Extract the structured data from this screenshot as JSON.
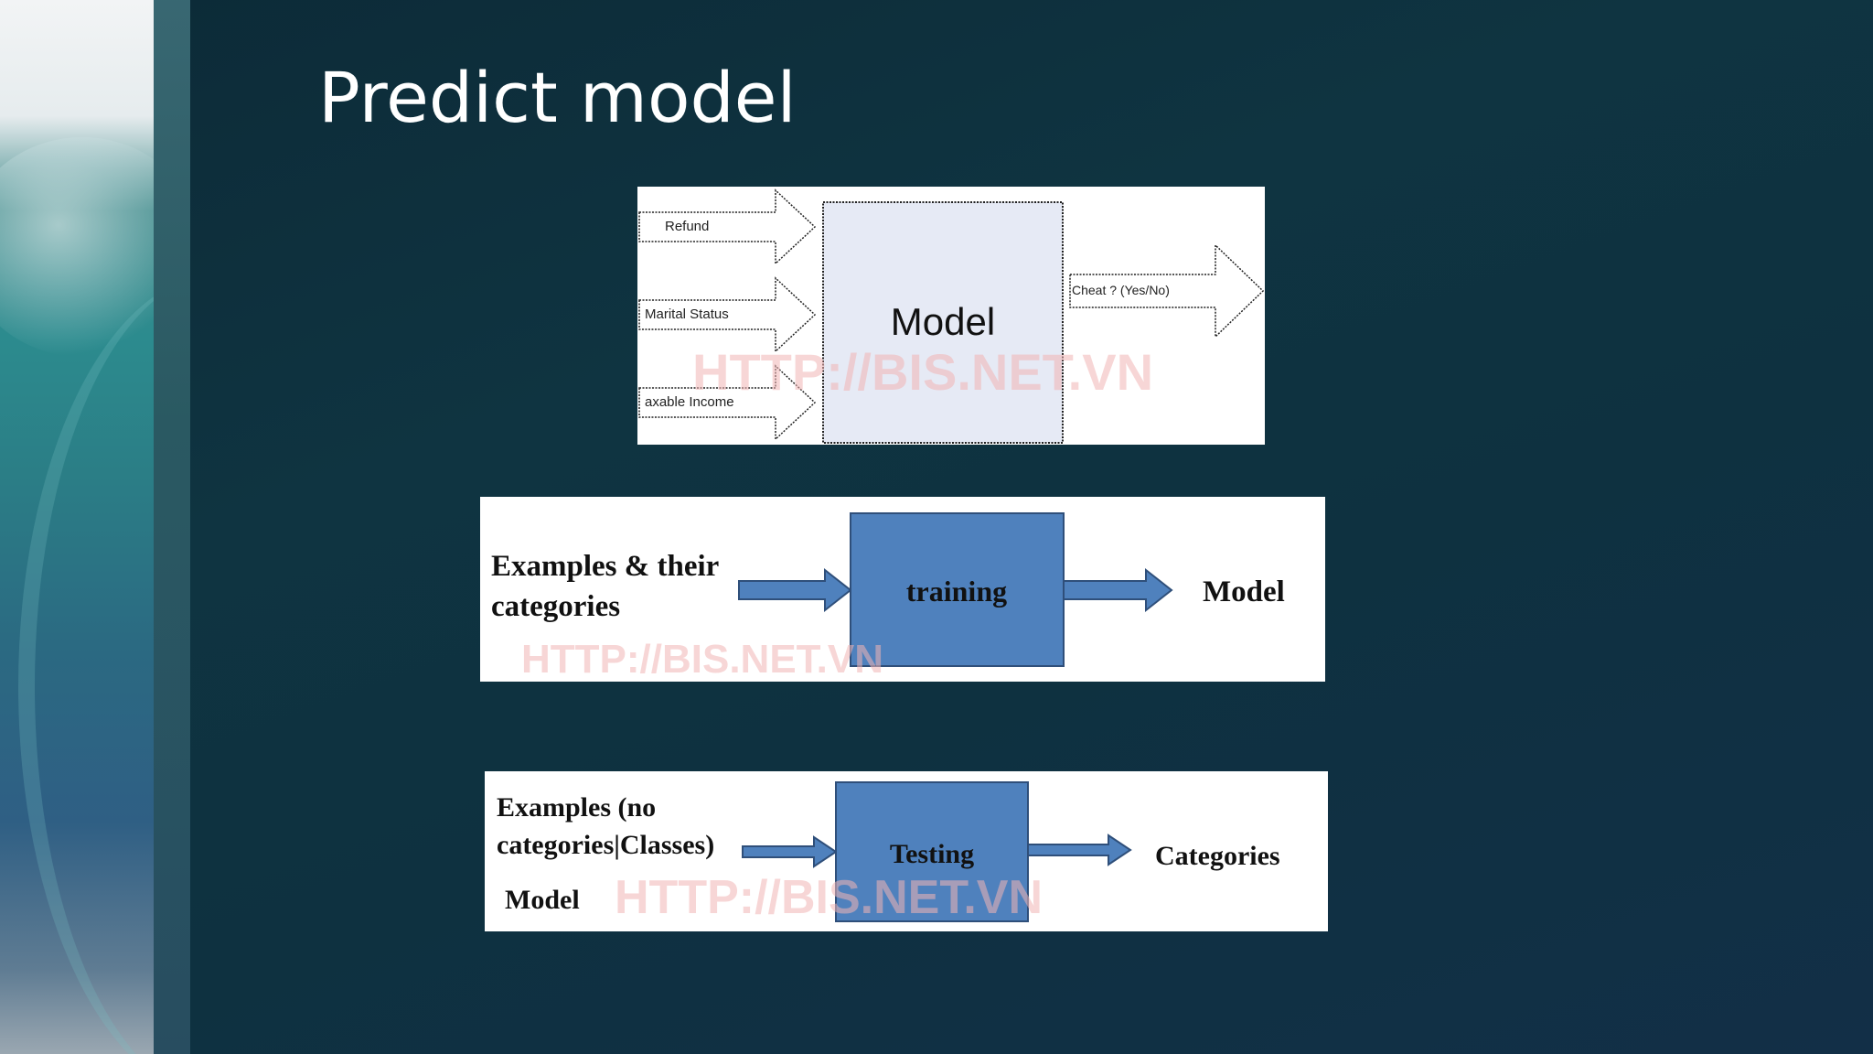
{
  "slide": {
    "title": "Predict model"
  },
  "diagram_1": {
    "inputs": [
      "Refund",
      "Marital Status",
      "axable Income"
    ],
    "box_label": "Model",
    "output": "Cheat ? (Yes/No)",
    "watermark": "HTTP://BIS.NET.VN"
  },
  "diagram_2": {
    "input_line1": "Examples & their",
    "input_line2": "categories",
    "box_label": "training",
    "output": "Model",
    "watermark": "HTTP://BIS.NET.VN"
  },
  "diagram_3": {
    "input_line1": "Examples (no",
    "input_line2": "categories|Classes)",
    "input_line3": "Model",
    "box_label": "Testing",
    "output": "Categories",
    "watermark": "HTTP://BIS.NET.VN"
  },
  "colors": {
    "box_fill": "#4f81bd",
    "box_stroke": "#2f4f7a",
    "model_box_fill": "#e6eaf5"
  }
}
